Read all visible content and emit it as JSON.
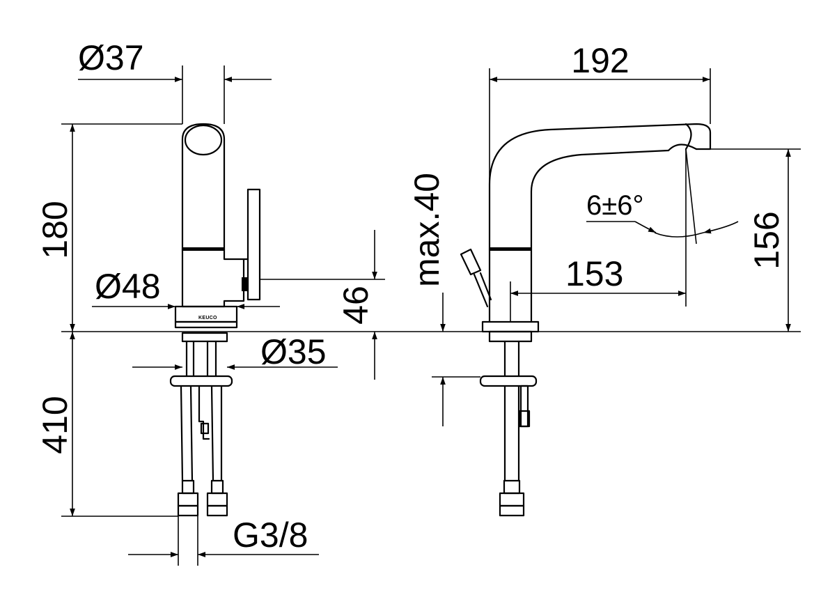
{
  "drawing": {
    "front_view": {
      "diameter_top": "Ø37",
      "height_body": "180",
      "diameter_base": "Ø48",
      "height_lever": "46",
      "diameter_shank": "Ø35",
      "hose_length": "410",
      "connection_thread": "G3/8",
      "brand_mark": "KEUCO"
    },
    "side_view": {
      "spout_length": "192",
      "max_thickness": "max.40",
      "tilt_angle": "6±6°",
      "spout_reach": "153",
      "spout_height": "156"
    }
  }
}
